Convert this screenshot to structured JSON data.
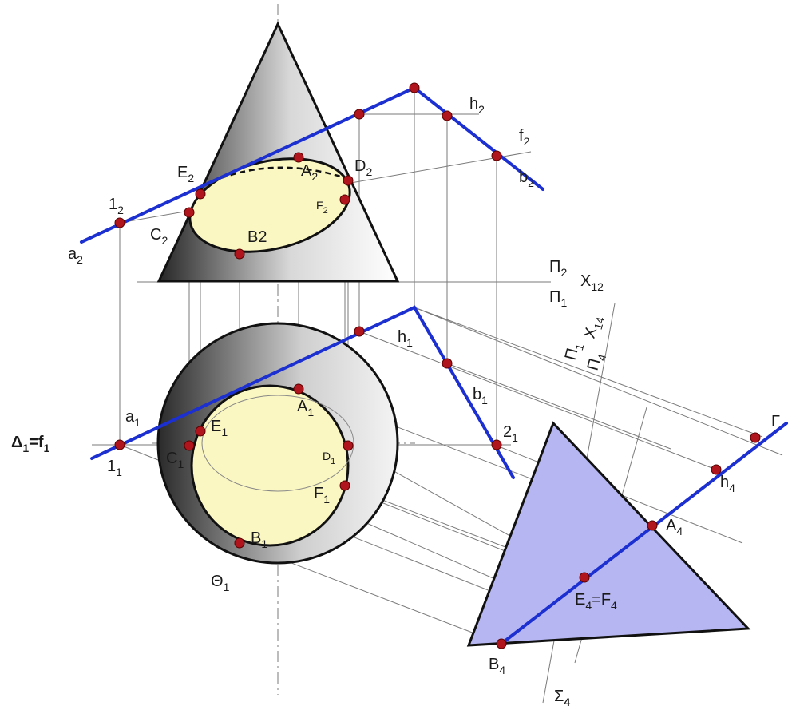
{
  "colors": {
    "line_blue": "#1c2fd0",
    "point_red": "#b0141c",
    "cone_dark": "#3a3a3a",
    "ellipse_fill": "#fbf7c2",
    "triangle_fill": "#b6b6f2",
    "thin_line": "#777777"
  },
  "labels": {
    "pi2": "Π",
    "pi2_sub": "2",
    "pi1": "Π",
    "pi1_sub": "1",
    "x12": "X",
    "x12_sub": "12",
    "pi1_b": "Π",
    "pi1_b_sub": "1",
    "x14": "X",
    "x14_sub": "14",
    "pi4": "Π",
    "pi4_sub": "4",
    "h2": "h",
    "h2_sub": "2",
    "f2": "f",
    "f2_sub": "2",
    "b2": "b",
    "b2_sub": "2",
    "e2": "E",
    "e2_sub": "2",
    "a2pt": "A",
    "a2pt_sub": "2",
    "d2": "D",
    "d2_sub": "2",
    "f2pt": "F",
    "f2pt_sub": "2",
    "one2": "1",
    "one2_sub": "2",
    "c2": "C",
    "c2_sub": "2",
    "b2pt": "B2",
    "a2line": "a",
    "a2line_sub": "2",
    "h1": "h",
    "h1_sub": "1",
    "b1": "b",
    "b1_sub": "1",
    "two1": "2",
    "two1_sub": "1",
    "a1": "a",
    "a1_sub": "1",
    "a1pt": "A",
    "a1pt_sub": "1",
    "e1": "E",
    "e1_sub": "1",
    "delta1": "Δ",
    "delta1_sub": "1",
    "delta1_rest": "=f",
    "delta1_rest_sub": "1",
    "c1": "C",
    "c1_sub": "1",
    "d1": "D",
    "d1_sub": "1",
    "one1": "1",
    "one1_sub": "1",
    "f1pt": "F",
    "f1pt_sub": "1",
    "b1pt": "B",
    "b1pt_sub": "1",
    "theta1": "Θ",
    "theta1_sub": "1",
    "gamma4": "Γ",
    "h4": "h",
    "h4_sub": "4",
    "a4": "A",
    "a4_sub": "4",
    "e4": "E",
    "e4_sub": "4",
    "e4_eq": "=F",
    "e4_eq_sub": "4",
    "b4": "B",
    "b4_sub": "4",
    "sigma4": "Σ",
    "sigma4_sub": "4"
  }
}
